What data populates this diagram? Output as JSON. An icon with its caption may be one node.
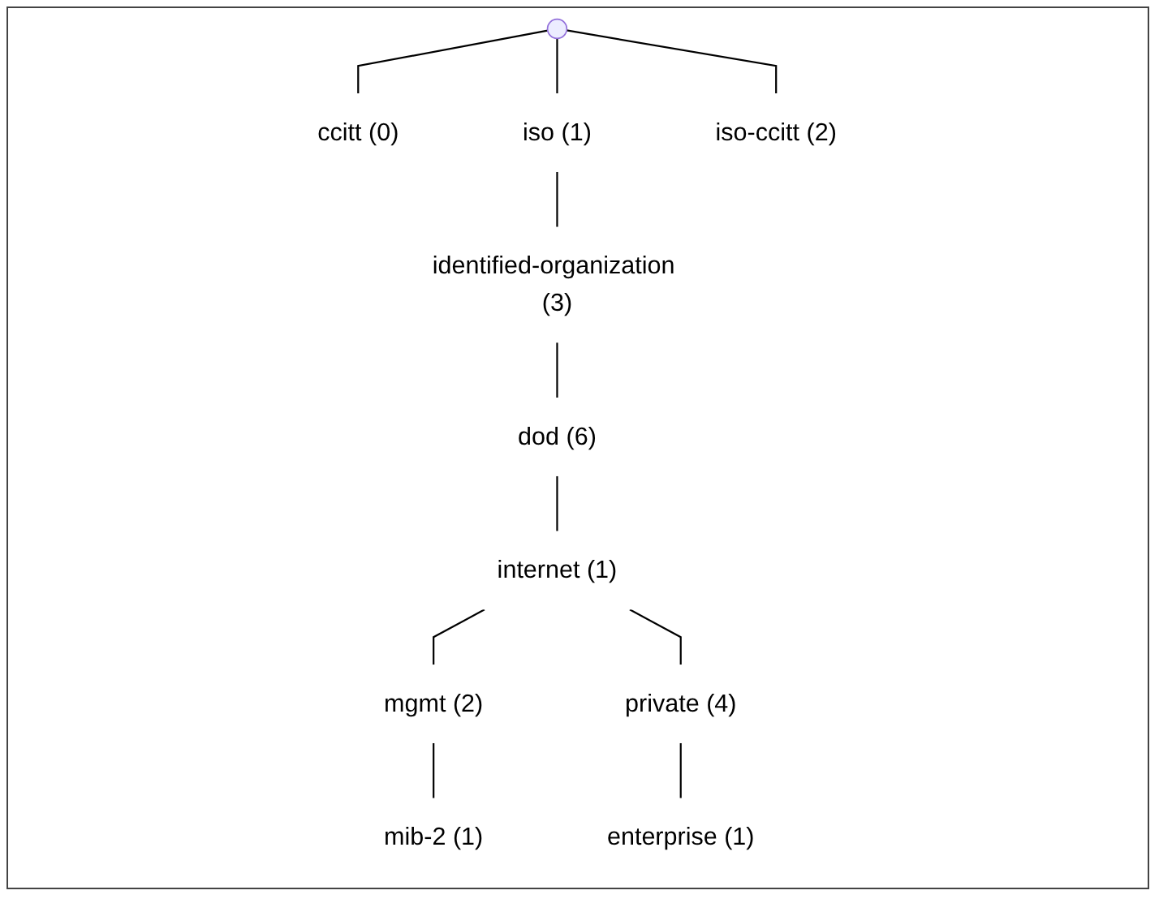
{
  "diagram": {
    "nodes": [
      {
        "text": [],
        "shape": "circle"
      },
      {
        "text": [
          "ccitt (0)"
        ]
      },
      {
        "text": [
          "iso (1)"
        ]
      },
      {
        "text": [
          "iso-ccitt (2)"
        ]
      },
      {
        "text": [
          "identified-organization (3)"
        ]
      },
      {
        "text": [
          "dod (6)"
        ]
      },
      {
        "text": [
          "internet (1)"
        ]
      },
      {
        "text": [
          "mgmt (2)"
        ]
      },
      {
        "text": [
          "private (4)"
        ]
      },
      {
        "text": [
          "mib-2 (1)"
        ]
      },
      {
        "text": [
          "enterprise (1)"
        ]
      }
    ],
    "edges": [
      {
        "from": 0,
        "to": 1,
        "arrow": "none"
      },
      {
        "from": 0,
        "to": 2,
        "arrow": "none"
      },
      {
        "from": 0,
        "to": 3,
        "arrow": "none"
      },
      {
        "from": 2,
        "to": 4,
        "arrow": "none"
      },
      {
        "from": 4,
        "to": 5,
        "arrow": "none"
      },
      {
        "from": 5,
        "to": 6,
        "arrow": "none"
      },
      {
        "from": 6,
        "to": 7,
        "arrow": "none"
      },
      {
        "from": 6,
        "to": 8,
        "arrow": "none"
      },
      {
        "from": 7,
        "to": 9,
        "arrow": "none"
      },
      {
        "from": 8,
        "to": 10,
        "arrow": "none"
      }
    ]
  }
}
